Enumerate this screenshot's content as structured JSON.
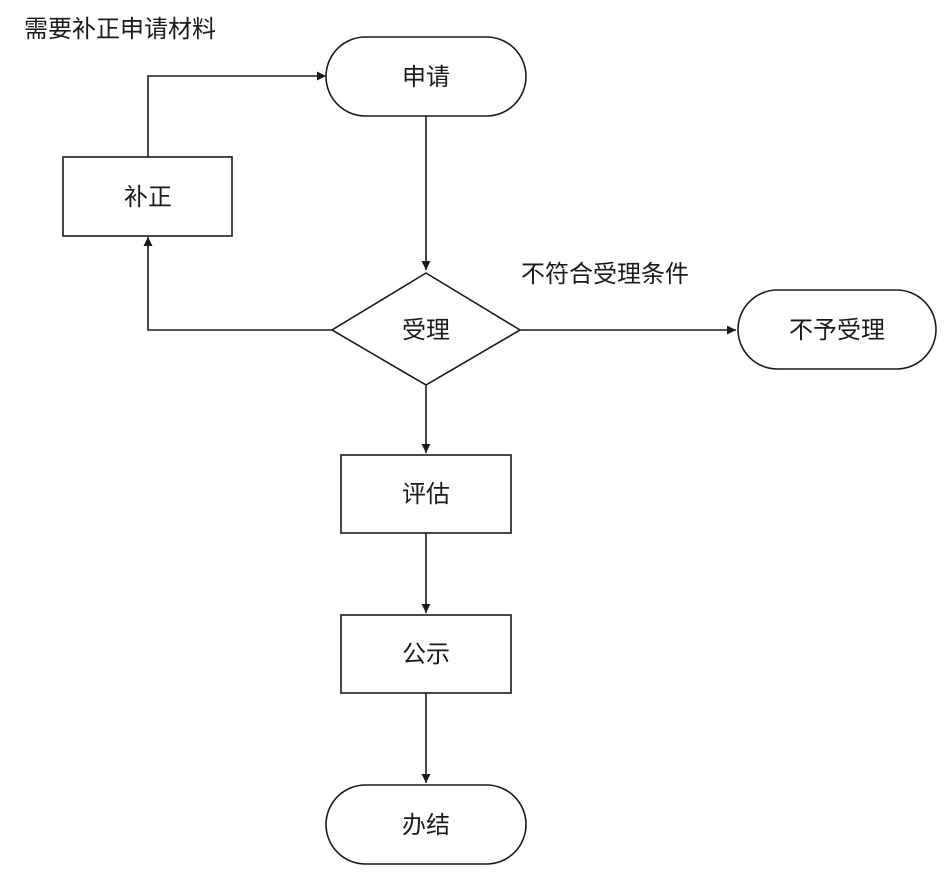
{
  "nodes": {
    "apply": "申请",
    "supplement": "补正",
    "accept": "受理",
    "reject": "不予受理",
    "evaluate": "评估",
    "publicize": "公示",
    "complete": "办结"
  },
  "edge_labels": {
    "need_supplement": "需要补正申请材料",
    "not_qualified": "不符合受理条件"
  }
}
